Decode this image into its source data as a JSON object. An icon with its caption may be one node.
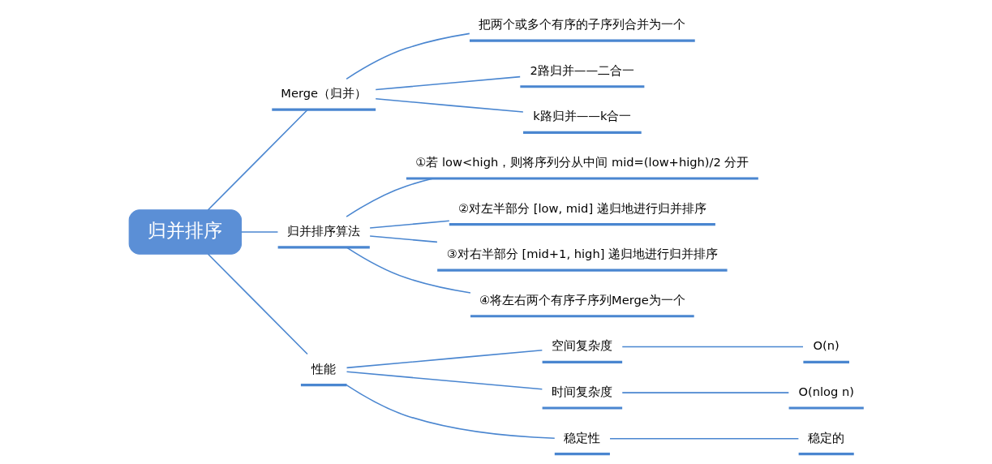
{
  "diagram": {
    "nodes": [
      {
        "text": [
          "归并排序"
        ]
      },
      {
        "text": [
          "Merge（归并）"
        ]
      },
      {
        "text": [
          "把两个或多个有序的子序列合并为一个"
        ]
      },
      {
        "text": [
          "2路归并——二合一"
        ]
      },
      {
        "text": [
          "k路归并——k合一"
        ]
      },
      {
        "text": [
          "归并排序算法"
        ]
      },
      {
        "text": [
          "①若 low<high，则将序列分从中间 mid=(low+high)/2 分开"
        ]
      },
      {
        "text": [
          "②对左半部分 [low, mid] 递归地进行归并排序"
        ]
      },
      {
        "text": [
          "③对右半部分 [mid+1, high] 递归地进行归并排序"
        ]
      },
      {
        "text": [
          "④将左右两个有序子序列Merge为一个"
        ]
      },
      {
        "text": [
          "性能"
        ]
      },
      {
        "text": [
          "空间复杂度"
        ]
      },
      {
        "text": [
          "O(n)"
        ]
      },
      {
        "text": [
          "时间复杂度"
        ]
      },
      {
        "text": [
          "O(nlog n)"
        ]
      },
      {
        "text": [
          "稳定性"
        ]
      },
      {
        "text": [
          "稳定的"
        ]
      }
    ],
    "edges": [
      {
        "from": 0,
        "to": 1,
        "arrow": "none"
      },
      {
        "from": 0,
        "to": 5,
        "arrow": "none"
      },
      {
        "from": 0,
        "to": 10,
        "arrow": "none"
      },
      {
        "from": 1,
        "to": 2,
        "arrow": "none"
      },
      {
        "from": 1,
        "to": 3,
        "arrow": "none"
      },
      {
        "from": 1,
        "to": 4,
        "arrow": "none"
      },
      {
        "from": 5,
        "to": 6,
        "arrow": "none"
      },
      {
        "from": 5,
        "to": 7,
        "arrow": "none"
      },
      {
        "from": 5,
        "to": 8,
        "arrow": "none"
      },
      {
        "from": 5,
        "to": 9,
        "arrow": "none"
      },
      {
        "from": 10,
        "to": 11,
        "arrow": "none"
      },
      {
        "from": 10,
        "to": 13,
        "arrow": "none"
      },
      {
        "from": 10,
        "to": 15,
        "arrow": "none"
      },
      {
        "from": 11,
        "to": 12,
        "arrow": "none"
      },
      {
        "from": 13,
        "to": 14,
        "arrow": "none"
      },
      {
        "from": 15,
        "to": 16,
        "arrow": "none"
      }
    ]
  }
}
